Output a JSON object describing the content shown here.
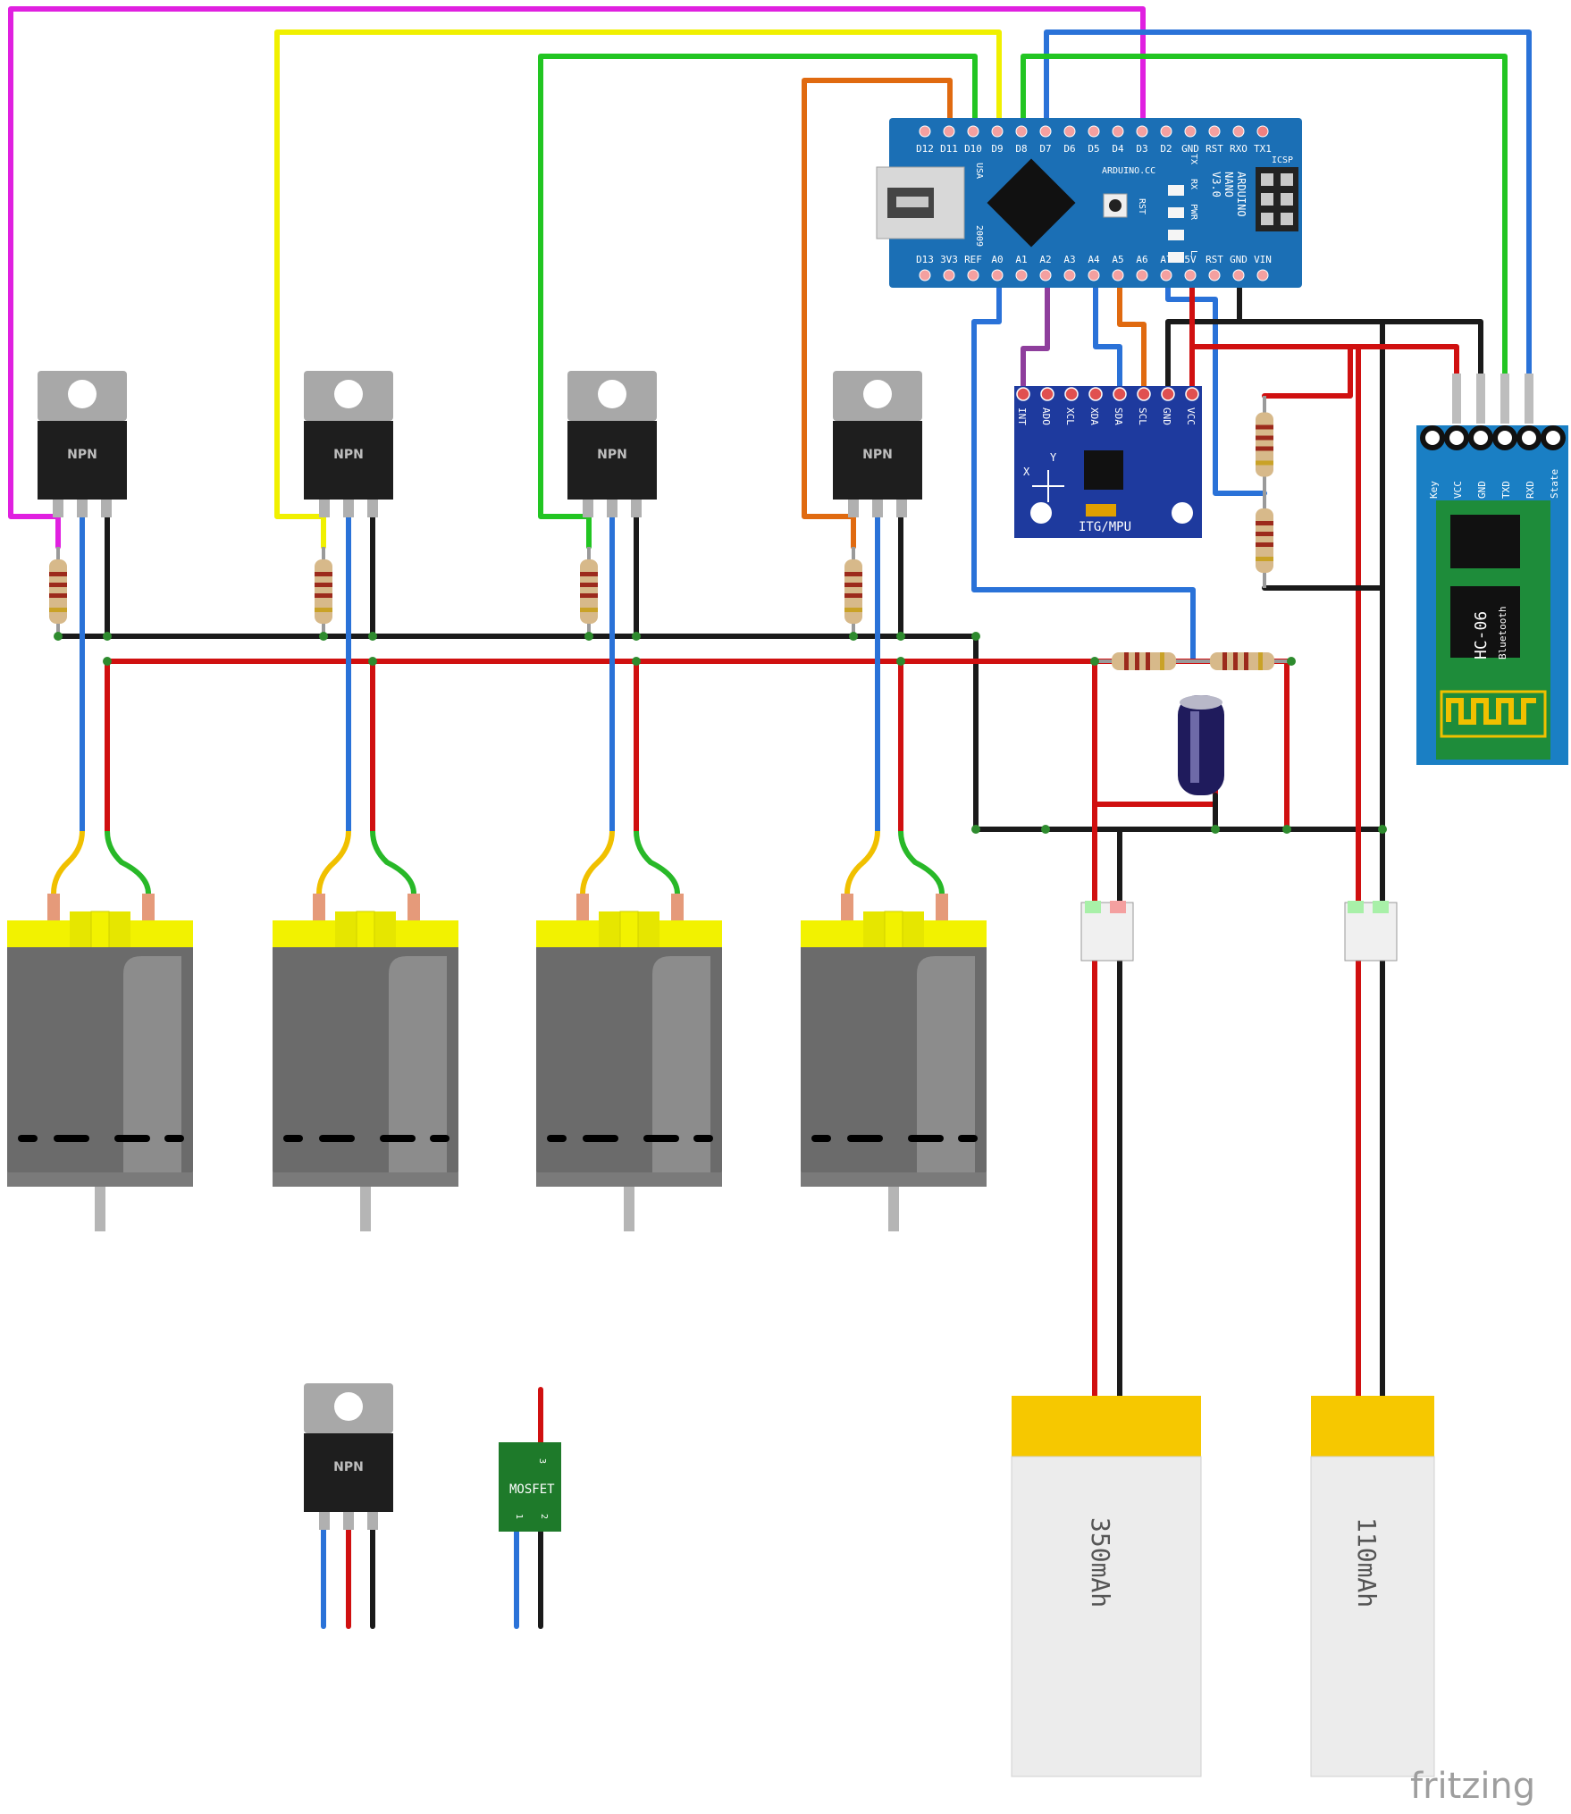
{
  "colors": {
    "magenta": "#e020e0",
    "yellow": "#f0f000",
    "green": "#22c522",
    "orange": "#e06a10",
    "blue": "#2a72d8",
    "red": "#d01010",
    "black": "#1a1a1a",
    "purple": "#8e3e9c",
    "nano_board": "#1b6fb5",
    "hc06_board": "#1a7fc4",
    "motor_body": "#6b6b6b",
    "motor_cap": "#f2f200",
    "battery_cap": "#f6c800",
    "battery_body": "#ececec"
  },
  "arduino": {
    "top_pins": [
      "D12",
      "D11",
      "D10",
      "D9",
      "D8",
      "D7",
      "D6",
      "D5",
      "D4",
      "D3",
      "D2",
      "GND",
      "RST",
      "RXO",
      "TX1"
    ],
    "bottom_pins": [
      "D13",
      "3V3",
      "REF",
      "A0",
      "A1",
      "A2",
      "A3",
      "A4",
      "A5",
      "A6",
      "A7",
      "5V",
      "RST",
      "GND",
      "VIN"
    ],
    "usa": "USA",
    "year": "2009",
    "site": "ARDUINO.CC",
    "rst": "RST",
    "tx": "TX",
    "rx": "RX",
    "pwr": "PWR",
    "l": "L",
    "icsp": "ICSP",
    "name": "ARDUINO",
    "model": "NANO",
    "version": "V3.0"
  },
  "mpu": {
    "pins": [
      "INT",
      "ADO",
      "XCL",
      "XDA",
      "SDA",
      "SCL",
      "GND",
      "VCC"
    ],
    "label": "ITG/MPU",
    "axis_x": "X",
    "axis_y": "Y"
  },
  "hc06": {
    "pins": [
      "Key",
      "VCC",
      "GND",
      "TXD",
      "RXD",
      "State"
    ],
    "model": "HC-06",
    "sub": "Bluetooth"
  },
  "transistor_label": "NPN",
  "mosfet": {
    "label": "MOSFET",
    "pin1": "1",
    "pin2": "2",
    "pin3": "3"
  },
  "batteries": [
    "350mAh",
    "110mAh"
  ],
  "brand": "fritzing"
}
